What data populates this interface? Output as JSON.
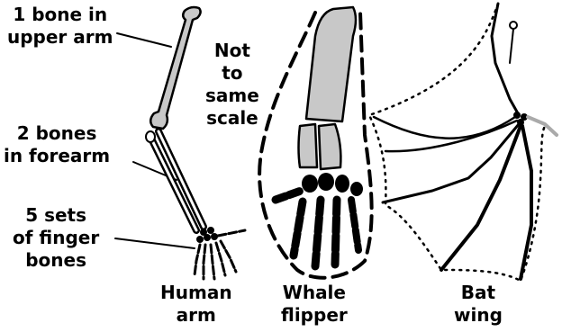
{
  "labels": {
    "upper_arm": [
      "1 bone in",
      "upper arm"
    ],
    "forearm": [
      "2 bones",
      "in forearm"
    ],
    "fingers": [
      "5 sets",
      "of finger",
      "bones"
    ],
    "scale_note": [
      "Not",
      "to",
      "same",
      "scale"
    ],
    "human": [
      "Human",
      "arm"
    ],
    "whale": [
      "Whale",
      "flipper"
    ],
    "bat": [
      "Bat",
      "wing"
    ]
  },
  "colors": {
    "ink": "#000000",
    "bone_fill": "#c8c8c8",
    "background": "#ffffff"
  }
}
